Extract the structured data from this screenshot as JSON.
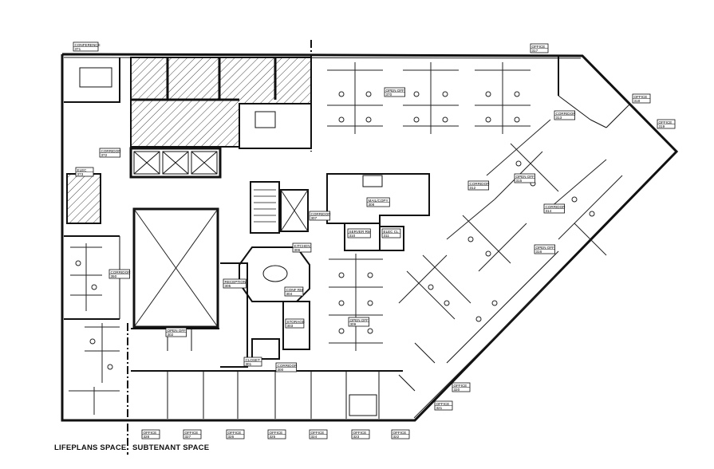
{
  "legend": {
    "left_label": "LIFEPLANS SPACE",
    "right_label": "SUBTENANT SPACE"
  },
  "rooms": [
    {
      "id": "conference-371",
      "name": "CONFERENCE",
      "number": "371"
    },
    {
      "id": "corridor-372",
      "name": "CORRIDOR",
      "number": "372"
    },
    {
      "id": "elec-373",
      "name": "ELEC",
      "number": "373"
    },
    {
      "id": "corridor-350",
      "name": "CORRIDOR",
      "number": "350"
    },
    {
      "id": "open-off-302",
      "name": "OPEN OFF",
      "number": "302"
    },
    {
      "id": "reception-305",
      "name": "RECEPTION",
      "number": "305"
    },
    {
      "id": "conf-rm-304",
      "name": "CONF RM",
      "number": "304"
    },
    {
      "id": "storage-303",
      "name": "STORAGE",
      "number": "303"
    },
    {
      "id": "kitchen-306",
      "name": "KITCHEN",
      "number": "306"
    },
    {
      "id": "closet-301",
      "name": "CLOSET",
      "number": "301"
    },
    {
      "id": "corridor-300",
      "name": "CORRIDOR",
      "number": "300"
    },
    {
      "id": "corridor-307",
      "name": "CORRIDOR",
      "number": "307"
    },
    {
      "id": "mail-copy-308",
      "name": "MAIL/COPY",
      "number": "308"
    },
    {
      "id": "server-rm-310",
      "name": "SERVER RM",
      "number": "310"
    },
    {
      "id": "elec-cl-311",
      "name": "ELEC CL",
      "number": "311"
    },
    {
      "id": "open-off-309",
      "name": "OPEN OFF",
      "number": "309"
    },
    {
      "id": "open-off-370",
      "name": "OPEN OFF",
      "number": "370"
    },
    {
      "id": "corridor-313",
      "name": "CORRIDOR",
      "number": "313"
    },
    {
      "id": "corridor-312",
      "name": "CORRIDOR",
      "number": "312"
    },
    {
      "id": "open-off-315",
      "name": "OPEN OFF",
      "number": "315"
    },
    {
      "id": "corridor-314",
      "name": "CORRIDOR",
      "number": "314"
    },
    {
      "id": "open-off-316",
      "name": "OPEN OFF",
      "number": "316"
    },
    {
      "id": "office-317",
      "name": "OFFICE",
      "number": "317"
    },
    {
      "id": "office-318",
      "name": "OFFICE",
      "number": "318"
    },
    {
      "id": "office-319",
      "name": "OFFICE",
      "number": "319"
    },
    {
      "id": "office-320",
      "name": "OFFICE",
      "number": "320"
    },
    {
      "id": "office-321",
      "name": "OFFICE",
      "number": "321"
    },
    {
      "id": "office-322",
      "name": "OFFICE",
      "number": "322"
    },
    {
      "id": "office-323",
      "name": "OFFICE",
      "number": "323"
    },
    {
      "id": "office-324",
      "name": "OFFICE",
      "number": "324"
    },
    {
      "id": "office-325",
      "name": "OFFICE",
      "number": "325"
    },
    {
      "id": "office-326",
      "name": "OFFICE",
      "number": "326"
    },
    {
      "id": "office-327",
      "name": "OFFICE",
      "number": "327"
    },
    {
      "id": "office-328",
      "name": "OFFICE",
      "number": "328"
    }
  ]
}
